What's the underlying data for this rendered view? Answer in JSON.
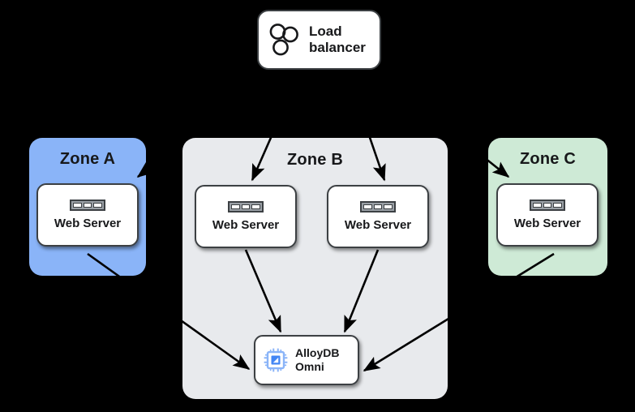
{
  "diagram": {
    "background_color": "#000000",
    "load_balancer": {
      "label_line1": "Load",
      "label_line2": "balancer",
      "icon": "three-circles-icon"
    },
    "zones": [
      {
        "id": "zone-a",
        "label": "Zone A",
        "color": "#8ab4f8",
        "servers": [
          {
            "label": "Web Server",
            "icon": "server-rack-icon"
          }
        ]
      },
      {
        "id": "zone-b",
        "label": "Zone B",
        "color": "#e8eaed",
        "servers": [
          {
            "label": "Web Server",
            "icon": "server-rack-icon"
          },
          {
            "label": "Web Server",
            "icon": "server-rack-icon"
          }
        ],
        "database": {
          "label_line1": "AlloyDB",
          "label_line2": "Omni",
          "icon": "chip-icon",
          "icon_color": "#669df6"
        }
      },
      {
        "id": "zone-c",
        "label": "Zone C",
        "color": "#ceead6",
        "servers": [
          {
            "label": "Web Server",
            "icon": "server-rack-icon"
          }
        ]
      }
    ],
    "connections": [
      {
        "from": "load-balancer",
        "to": "zone-a-web-server",
        "type": "arrow"
      },
      {
        "from": "load-balancer",
        "to": "zone-b-web-server-1",
        "type": "arrow"
      },
      {
        "from": "load-balancer",
        "to": "zone-b-web-server-2",
        "type": "arrow"
      },
      {
        "from": "load-balancer",
        "to": "zone-c-web-server",
        "type": "arrow"
      },
      {
        "from": "zone-a-web-server",
        "to": "alloydb-omni",
        "type": "arrow"
      },
      {
        "from": "zone-b-web-server-1",
        "to": "alloydb-omni",
        "type": "arrow"
      },
      {
        "from": "zone-b-web-server-2",
        "to": "alloydb-omni",
        "type": "arrow"
      },
      {
        "from": "zone-c-web-server",
        "to": "alloydb-omni",
        "type": "arrow"
      }
    ]
  }
}
